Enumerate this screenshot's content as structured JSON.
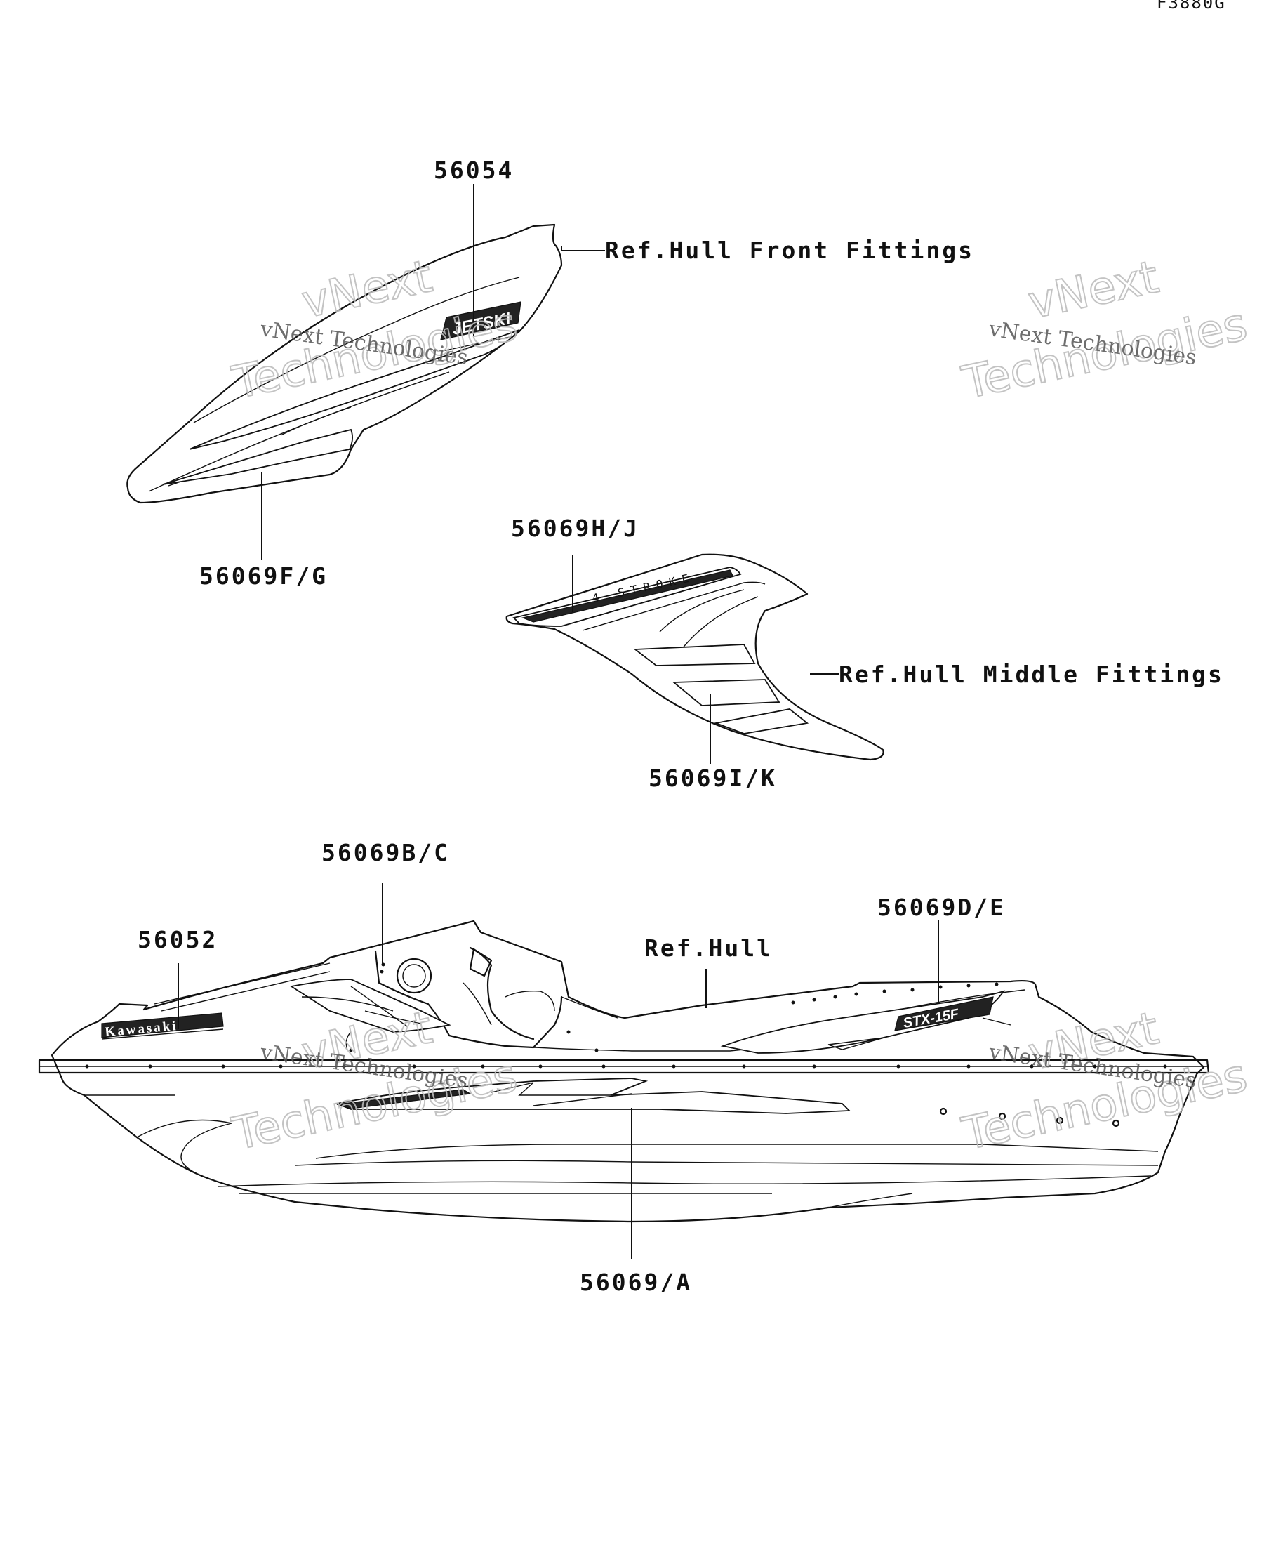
{
  "figure_code": "F3880G",
  "watermark": {
    "line1": "vNext",
    "line2": "Technologies",
    "small": "vNext Technologies"
  },
  "callouts": {
    "p56054": "56054",
    "ref_front": "Ref.Hull Front Fittings",
    "p56069FG": "56069F/G",
    "p56069HJ": "56069H/J",
    "ref_middle": "Ref.Hull Middle Fittings",
    "p56069IK": "56069I/K",
    "p56069BC": "56069B/C",
    "p56052": "56052",
    "ref_hull": "Ref.Hull",
    "p56069DE": "56069D/E",
    "p56069A": "56069/A"
  },
  "decals": {
    "kawasaki": "Kawasaki",
    "four_stroke": "4 STROKE",
    "model_front": "JETSKI",
    "model_side": "STX-15F"
  }
}
